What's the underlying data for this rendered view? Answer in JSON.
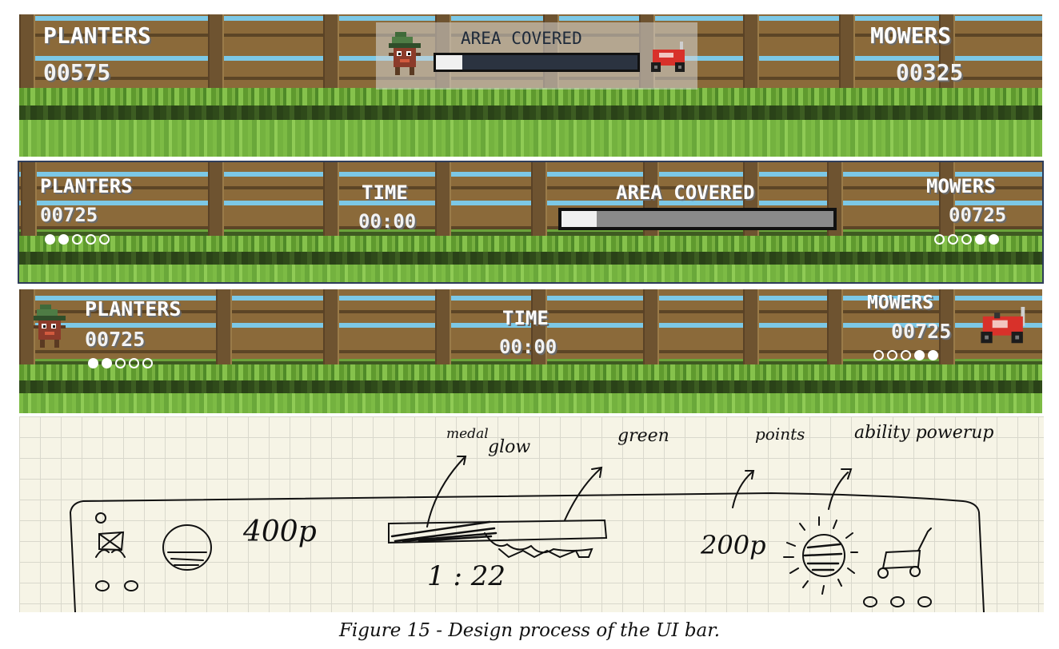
{
  "bar1": {
    "planters_label": "PLANTERS",
    "planters_score": "00575",
    "area_label": "AREA COVERED",
    "area_progress": 0.13,
    "mowers_label": "MOWERS",
    "mowers_score": "00325"
  },
  "bar2": {
    "planters_label": "PLANTERS",
    "planters_score": "00725",
    "planters_lives": [
      true,
      true,
      false,
      false,
      false
    ],
    "time_label": "TIME",
    "time_value": "00:00",
    "area_label": "AREA COVERED",
    "area_progress": 0.13,
    "mowers_label": "MOWERS",
    "mowers_score": "00725",
    "mowers_lives": [
      false,
      false,
      false,
      true,
      true
    ]
  },
  "bar3": {
    "planters_label": "PLANTERS",
    "planters_score": "00725",
    "planters_lives": [
      true,
      true,
      false,
      false,
      false
    ],
    "time_label": "TIME",
    "time_value": "00:00",
    "mowers_label": "MOWERS",
    "mowers_score": "00725",
    "mowers_lives": [
      false,
      false,
      false,
      true,
      true
    ]
  },
  "sketch": {
    "annotation_medal": "medal",
    "annotation_glow": "glow",
    "annotation_green": "green",
    "annotation_points": "points",
    "annotation_ability": "ability powerup",
    "planter_points": "400p",
    "mower_points": "200p",
    "timer": "1 : 22"
  },
  "caption": "Figure 15 - Design process of the UI bar.",
  "colors": {
    "fence_brown": "#8b6a3a",
    "rail_blue": "#7cc8e6",
    "grass_green": "#7cb544",
    "progress_dark": "#2b3340",
    "progress_grey": "#8a8a8a",
    "progress_fill": "#f0f0f0"
  }
}
